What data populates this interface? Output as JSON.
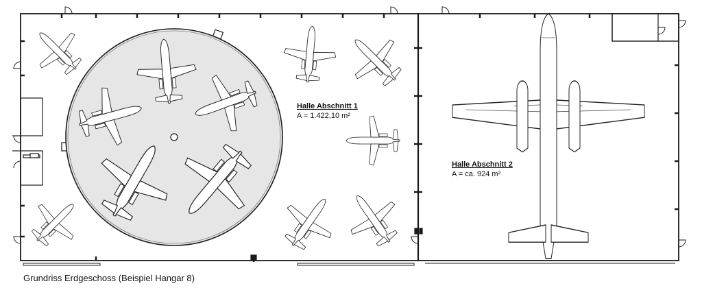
{
  "hall_1": {
    "title": "Halle Abschnitt 1",
    "area": "A = 1.422,10 m²"
  },
  "hall_2": {
    "title": "Halle Abschnitt 2",
    "area": "A = ca. 924 m²"
  },
  "caption": "Grundriss Erdgeschoss (Beispiel Hangar 8)",
  "colors": {
    "line": "#1a1a1a",
    "turntable": "#e6e6e6",
    "aircraft_fill": "#ffffff"
  }
}
